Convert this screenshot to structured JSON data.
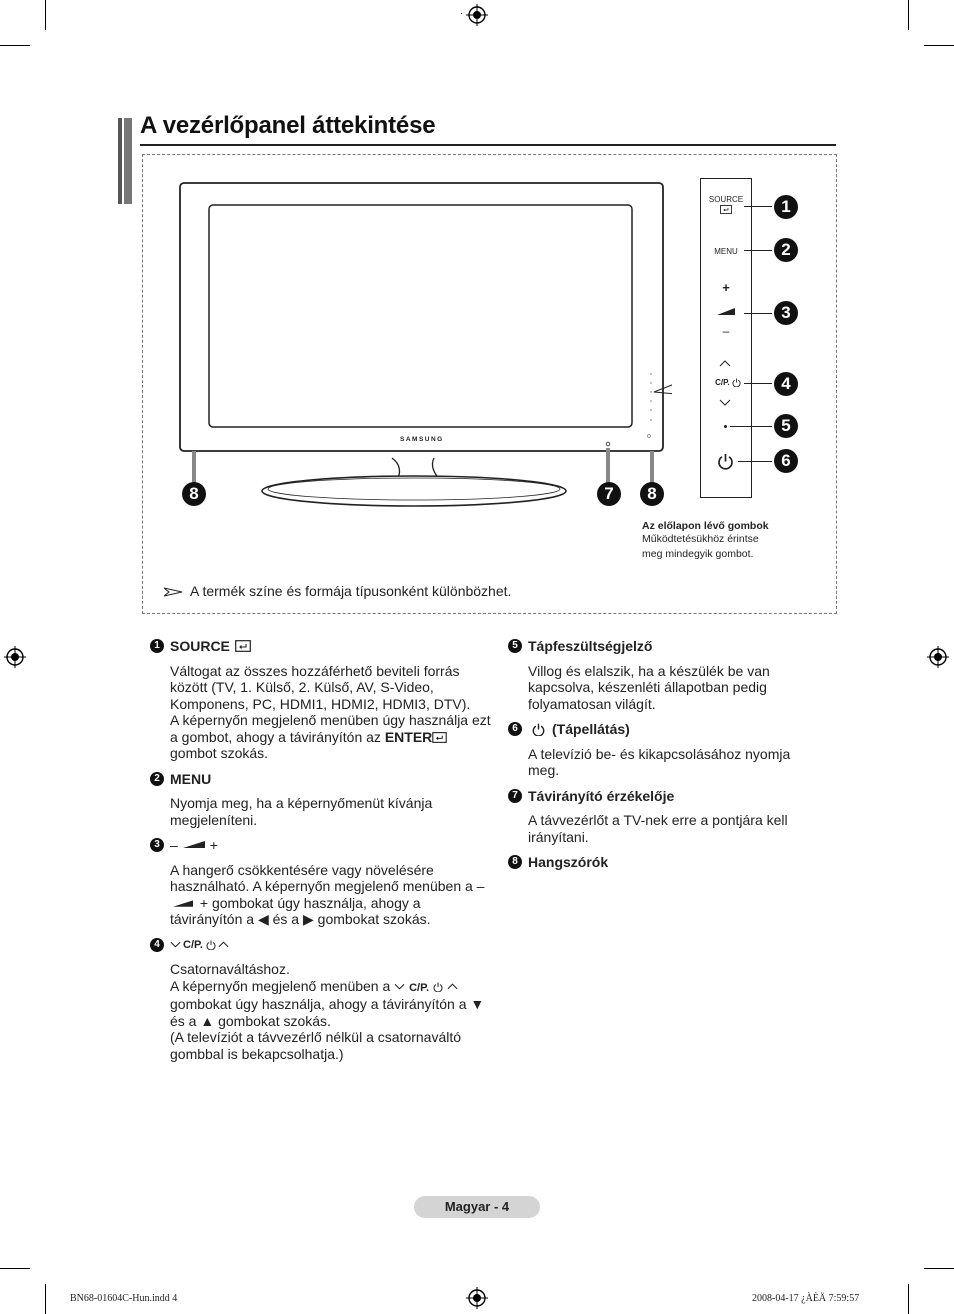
{
  "page": {
    "title": "A vezérlőpanel áttekintése",
    "footer_label": "Magyar -  4",
    "file_info": "BN68-01604C-Hun.indd   4",
    "timestamp": "2008-04-17   ¿ÀÈÄ 7:59:57"
  },
  "figure": {
    "brand": "SAMSUNG",
    "buttons": {
      "source": "SOURCE",
      "menu": "MENU",
      "plus": "+",
      "minus": "–",
      "cp": "C/P."
    },
    "callouts": [
      "1",
      "2",
      "3",
      "4",
      "5",
      "6",
      "8",
      "7",
      "8"
    ],
    "caption_title": "Az előlapon lévő gombok",
    "caption_line1": "Működtetésükhöz érintse",
    "caption_line2": "meg mindegyik gombot.",
    "note": "A termék színe és formája típusonként különbözhet."
  },
  "items_left": {
    "i1": {
      "num": "1",
      "head": "SOURCE",
      "p1": "Váltogat az összes hozzáférhető beviteli forrás között (TV, 1. Külső, 2. Külső, AV, S-Video, Komponens, PC, HDMI1, HDMI2, HDMI3, DTV).",
      "p2a": "A képernyőn megjelenő menüben úgy használja ezt  a gombot, ahogy a távirányítón az",
      "p2b": "ENTER",
      "p2c": "gombot szokás."
    },
    "i2": {
      "num": "2",
      "head": "MENU",
      "p1": "Nyomja meg, ha a képernyőmenüt kívánja megjeleníteni."
    },
    "i3": {
      "num": "3",
      "head_minus": "–",
      "head_plus": "+",
      "p1": "A hangerő csökkentésére vagy növelésére használható. A képernyőn megjelenő menüben a",
      "p2": "gombokat úgy használja, ahogy a távirányítón a",
      "p3": "és a",
      "p4": "gombokat szokás."
    },
    "i4": {
      "num": "4",
      "head": "C/P.",
      "p1": "Csatornaváltáshoz.",
      "p2a": "A képernyőn megjelenő menüben a",
      "p2b": "gombokat úgy használja, ahogy a távirányítón a",
      "p2c": "és a",
      "p2d": "gombokat szokás.",
      "p3": "(A televíziót a távvezérlő nélkül a csatornaváltó gombbal is bekapcsolhatja.)"
    }
  },
  "items_right": {
    "i5": {
      "num": "5",
      "head": "Tápfeszültségjelző",
      "p1": "Villog és elalszik, ha a készülék be van kapcsolva, készenléti állapotban pedig folyamatosan világít."
    },
    "i6": {
      "num": "6",
      "head": "(Tápellátás)",
      "p1": "A televízió be- és kikapcsolásához nyomja meg."
    },
    "i7": {
      "num": "7",
      "head": "Távirányító érzékelője",
      "p1": "A távvezérlőt a TV-nek erre a pontjára kell irányítani."
    },
    "i8": {
      "num": "8",
      "head": "Hangszórók"
    }
  }
}
